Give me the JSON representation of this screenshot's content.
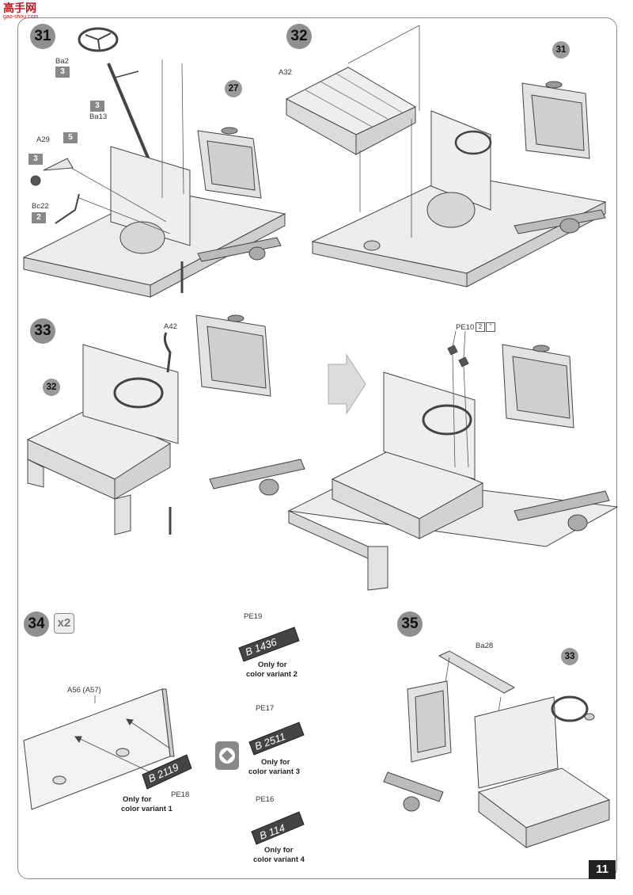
{
  "watermark": {
    "main": "高手网",
    "sub": "gao-shou.com"
  },
  "page_number": "11",
  "steps": {
    "s31": "31",
    "s32": "32",
    "s33": "33",
    "s34": "34",
    "s35": "35"
  },
  "step34_multiplier": "x2",
  "step31": {
    "labels": {
      "ba2": "Ba2",
      "ba13": "Ba13",
      "a29": "A29",
      "bc22": "Bc22"
    },
    "boxes": {
      "ba2": "3",
      "ba13": "3",
      "a29_a": "5",
      "a29_b": "3",
      "bc22": "2"
    },
    "callout": "27"
  },
  "step32": {
    "labels": {
      "a32": "A32"
    },
    "callout": "31"
  },
  "step33": {
    "labels": {
      "a42": "A42",
      "pe10": "PE10"
    },
    "pe10_count": "2",
    "callout": "32"
  },
  "step34": {
    "labels": {
      "a56": "A56 (A57)",
      "pe18": "PE18",
      "pe19": "PE19",
      "pe17": "PE17",
      "pe16": "PE16"
    },
    "plates": {
      "pe18": "B 2119",
      "pe19": "B 1436",
      "pe17": "B 2511",
      "pe16": "B 114"
    },
    "notes": {
      "v1_a": "Only for",
      "v1_b": "color variant 1",
      "v2_a": "Only for",
      "v2_b": "color variant 2",
      "v3_a": "Only for",
      "v3_b": "color variant 3",
      "v4_a": "Only for",
      "v4_b": "color variant 4"
    }
  },
  "step35": {
    "labels": {
      "ba28": "Ba28"
    },
    "callout": "33"
  }
}
